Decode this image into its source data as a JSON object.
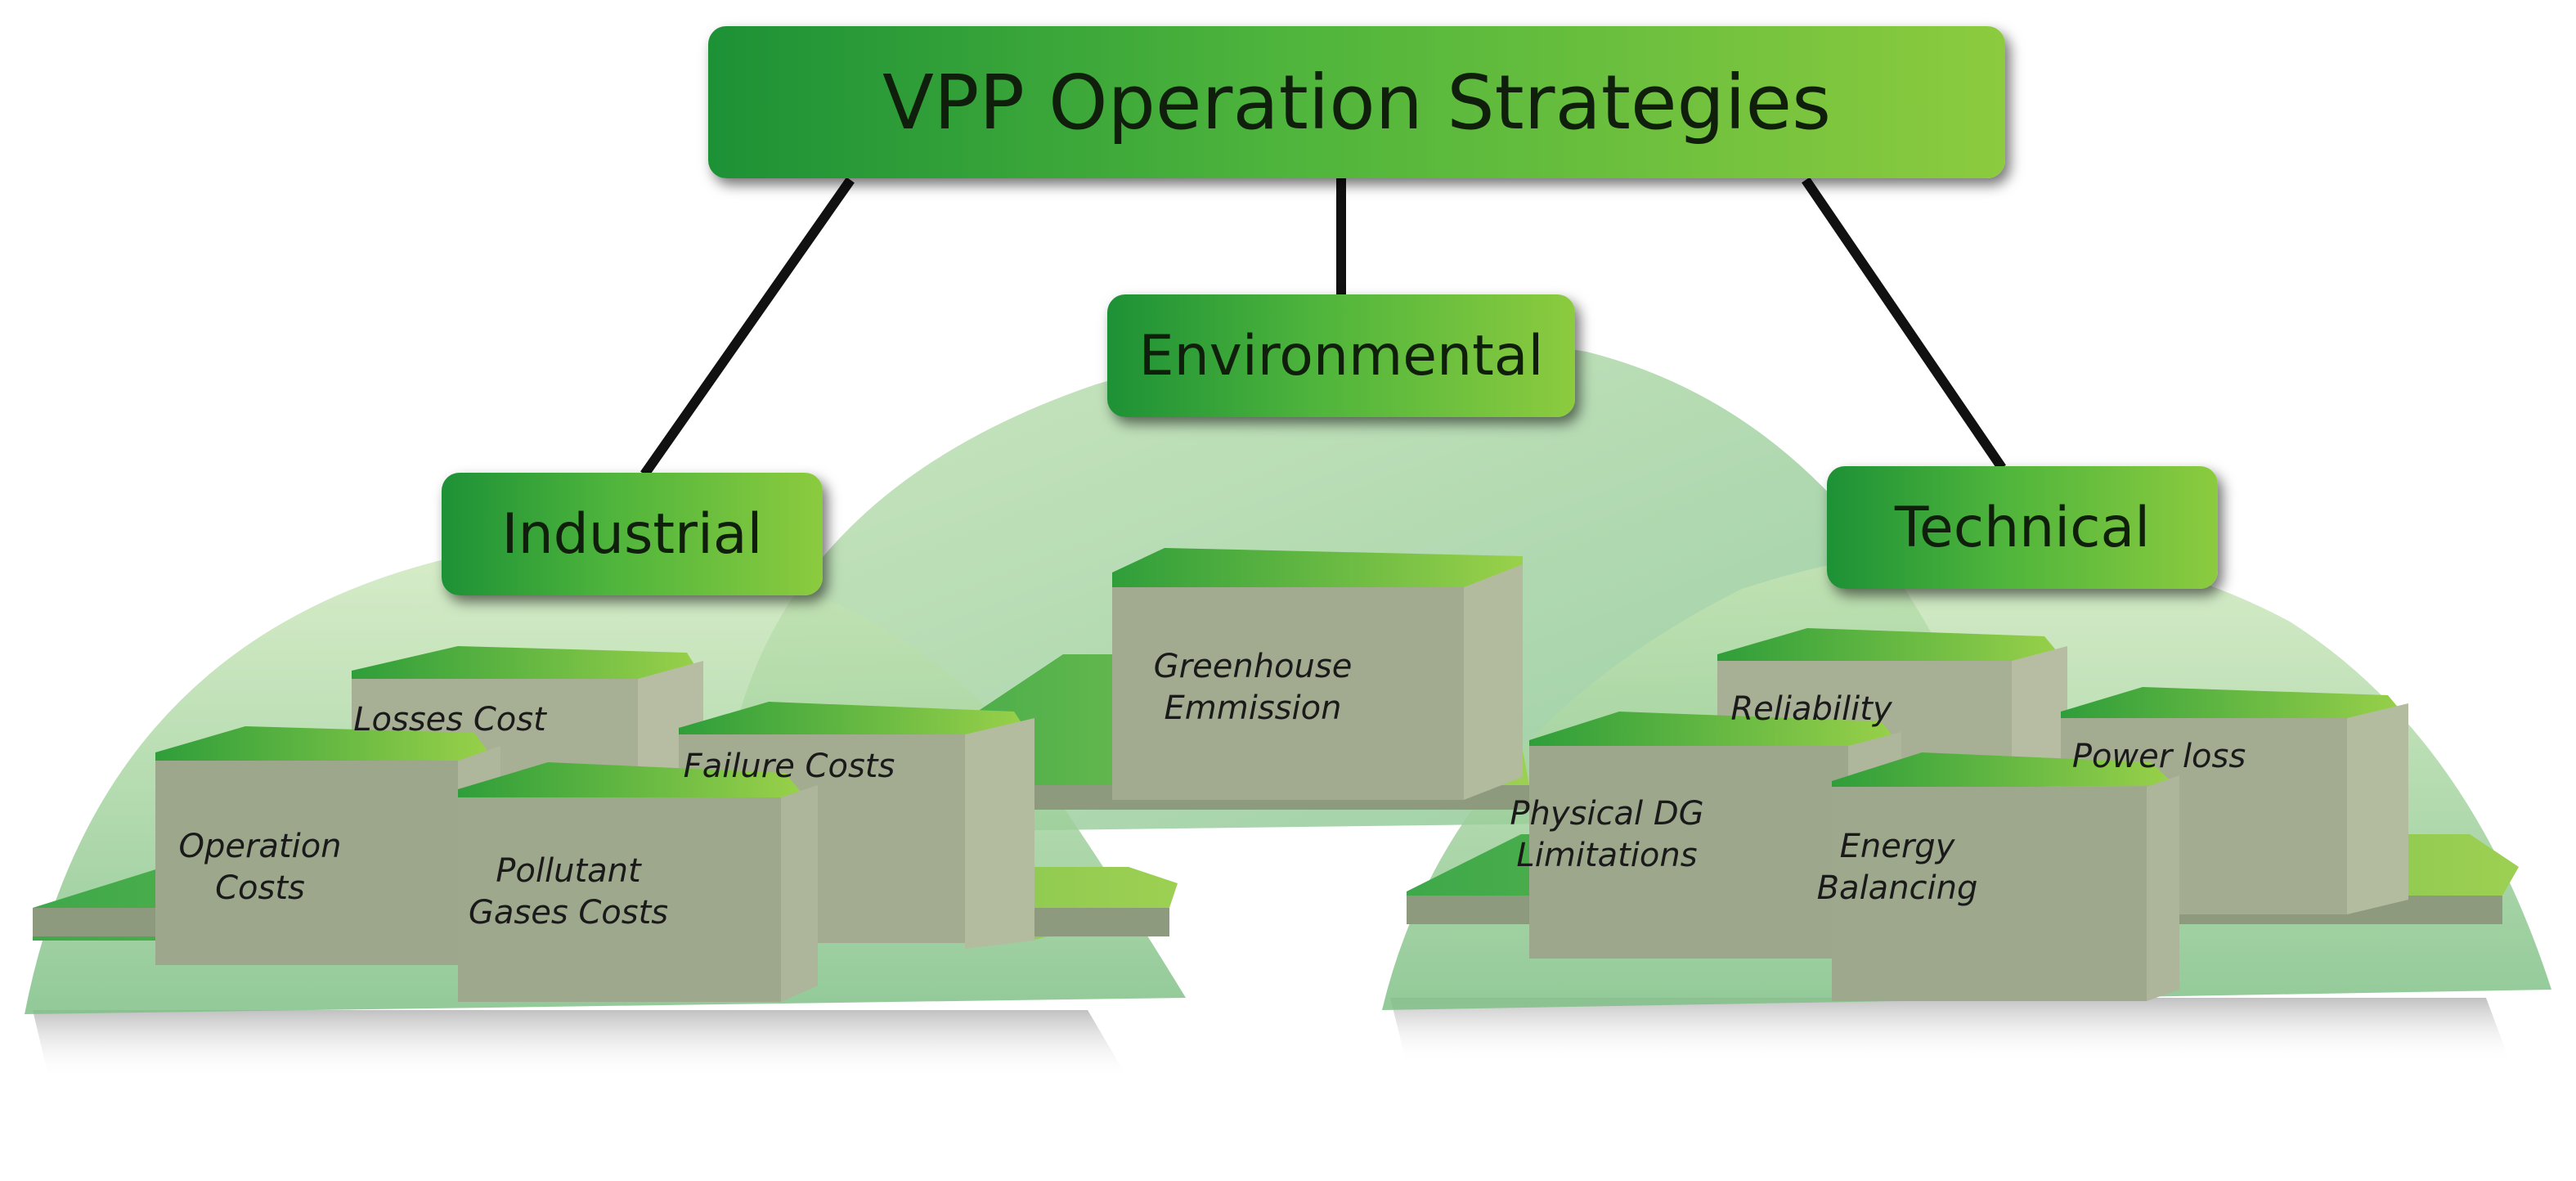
{
  "title": "VPP Operation Strategies",
  "categories": {
    "environmental": {
      "label": "Environmental",
      "items": [
        "Greenhouse\nEmmission"
      ]
    },
    "industrial": {
      "label": "Industrial",
      "items": [
        "Losses Cost",
        "Failure Costs",
        "Operation\nCosts",
        "Pollutant\nGases Costs"
      ]
    },
    "technical": {
      "label": "Technical",
      "items": [
        "Reliability",
        "Power loss",
        "Physical DG\nLimitations",
        "Energy\nBalancing"
      ]
    }
  },
  "colors": {
    "box_dark": "#1d9136",
    "box_light": "#8ccb3f",
    "block_face": "#9fa98e",
    "block_top": "#5cc23e",
    "dome": "#b7dba5",
    "connector": "#111111"
  }
}
